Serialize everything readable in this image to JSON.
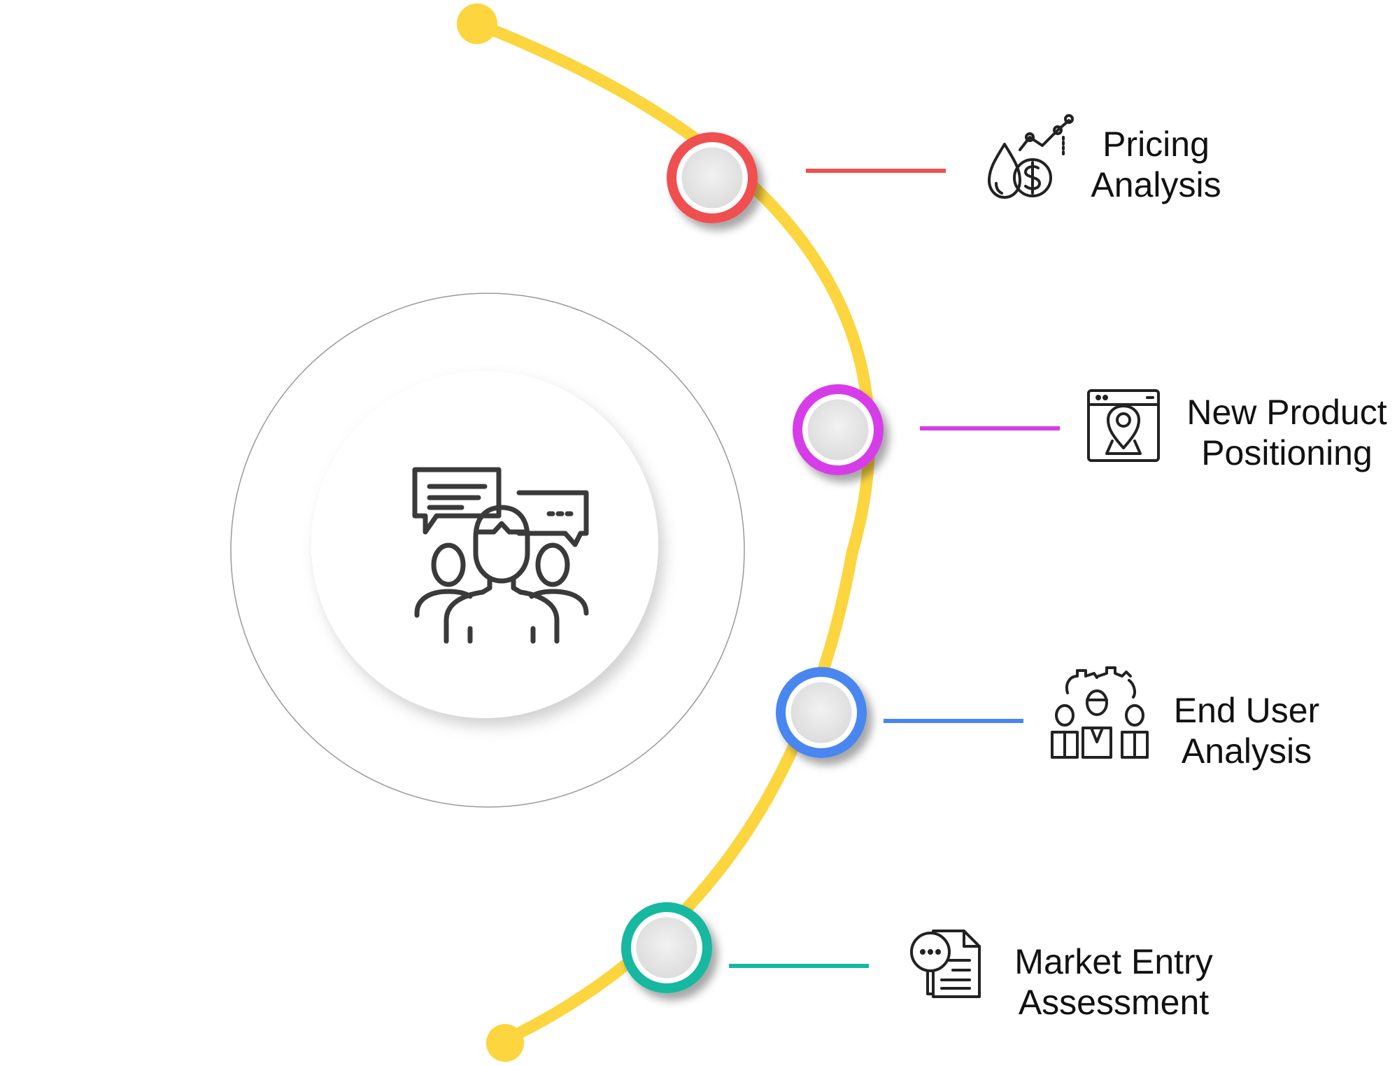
{
  "colors": {
    "arc": "#fcd53f",
    "node_fill": "#e8e8e8",
    "icon_stroke": "#222222",
    "center_icon_stroke": "#3a3a3a"
  },
  "center": {
    "icon": "team-discussion-icon"
  },
  "items": [
    {
      "id": "pricing",
      "line1": "Pricing",
      "line2": "Analysis",
      "color": "#f05050",
      "icon": "pricing-analysis-icon"
    },
    {
      "id": "positioning",
      "line1": "New Product",
      "line2": "Positioning",
      "color": "#d63ce8",
      "icon": "location-browser-icon"
    },
    {
      "id": "end-user",
      "line1": "End User",
      "line2": "Analysis",
      "color": "#4a86f0",
      "icon": "user-group-gear-icon"
    },
    {
      "id": "market-entry",
      "line1": "Market Entry",
      "line2": "Assessment",
      "color": "#14b8a0",
      "icon": "document-search-icon"
    }
  ]
}
